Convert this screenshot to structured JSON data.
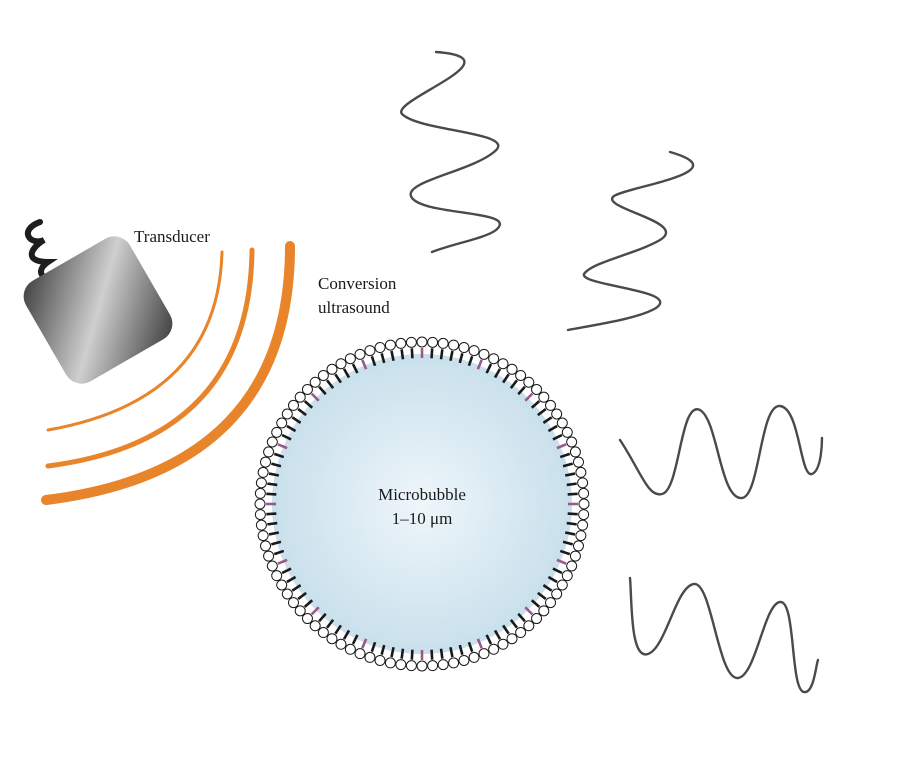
{
  "labels": {
    "transducer": "Transducer",
    "conversion_line1": "Conversion",
    "conversion_line2": "ultrasound",
    "microbubble_line1": "Microbubble",
    "microbubble_line2": "1–10 μm"
  },
  "colors": {
    "transducer_dark": "#3a3a3a",
    "transducer_light": "#cfcfcf",
    "wave_arc": "#e8842a",
    "bubble_fill": "#cfe3ee",
    "shell": "#1a1a1a",
    "shell_accent": "#9a5a8a",
    "emitted_wave": "#4a4a4a"
  },
  "icons": {
    "transducer": "ultrasound-transducer-icon",
    "bubble": "lipid-shell-microbubble-icon"
  }
}
